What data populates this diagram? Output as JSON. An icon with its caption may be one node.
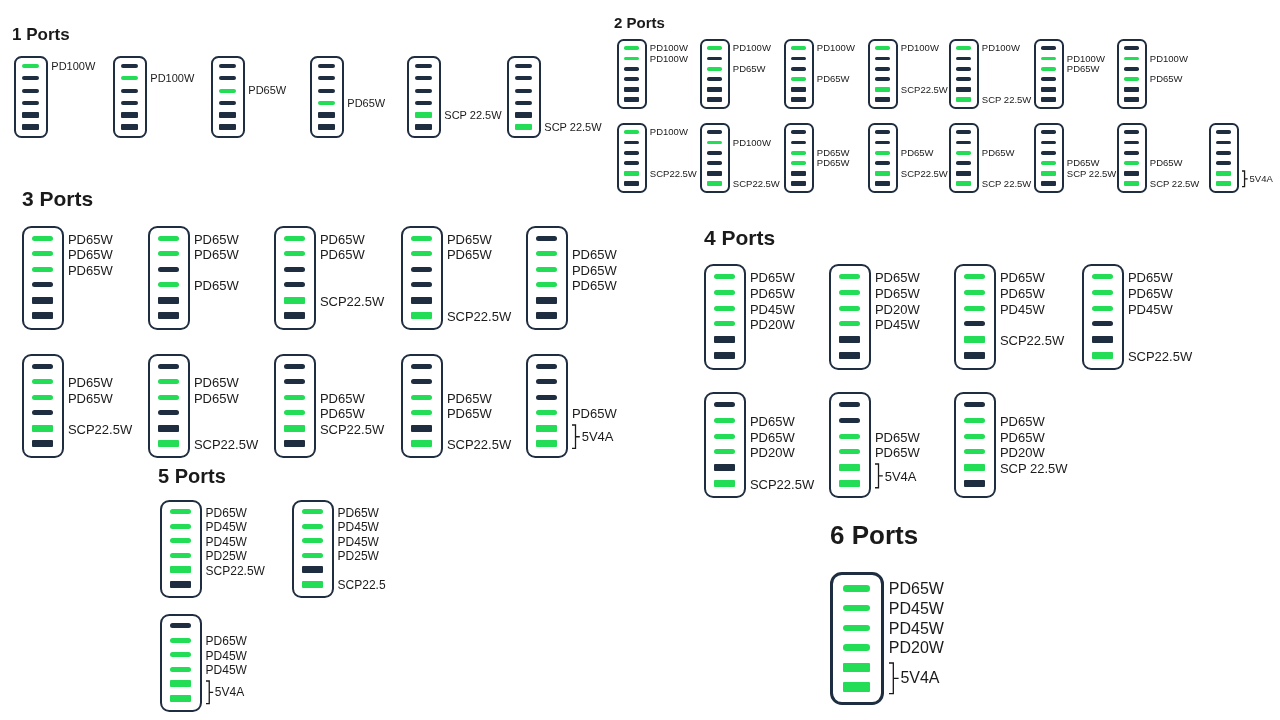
{
  "diagram": {
    "nodes": [
      {
        "text": [],
        "shape": "box",
        "beside": [
          "PD100W"
        ]
      },
      {
        "text": [],
        "shape": "box",
        "beside": [
          "PD100W"
        ]
      },
      {
        "text": [],
        "shape": "box",
        "beside": [
          "PD65W"
        ]
      },
      {
        "text": [],
        "shape": "box",
        "beside": [
          "PD65W"
        ]
      },
      {
        "text": [],
        "shape": "box",
        "beside": [
          "SCP 22.5W"
        ]
      },
      {
        "text": [],
        "shape": "box",
        "beside": [
          "SCP 22.5W"
        ]
      },
      {
        "text": [],
        "shape": "box",
        "beside": [
          "PD100W",
          "PD100W"
        ]
      },
      {
        "text": [],
        "shape": "box",
        "beside": [
          "PD100W",
          "PD65W"
        ]
      },
      {
        "text": [],
        "shape": "box",
        "beside": [
          "PD100W",
          "PD65W"
        ]
      },
      {
        "text": [],
        "shape": "box",
        "beside": [
          "PD100W",
          "SCP22.5W"
        ]
      },
      {
        "text": [],
        "shape": "box",
        "beside": [
          "PD100W",
          "SCP 22.5W"
        ]
      },
      {
        "text": [],
        "shape": "box",
        "beside": [
          "PD100W",
          "PD65W"
        ]
      },
      {
        "text": [],
        "shape": "box",
        "beside": [
          "PD100W",
          "PD65W"
        ]
      },
      {
        "text": [],
        "shape": "box",
        "beside": [
          "PD100W",
          "SCP22.5W"
        ]
      },
      {
        "text": [],
        "shape": "box",
        "beside": [
          "PD100W",
          "SCP22.5W"
        ]
      },
      {
        "text": [],
        "shape": "box",
        "beside": [
          "PD65W",
          "PD65W"
        ]
      },
      {
        "text": [],
        "shape": "box",
        "beside": [
          "PD65W",
          "SCP22.5W"
        ]
      },
      {
        "text": [],
        "shape": "box",
        "beside": [
          "PD65W",
          "SCP 22.5W"
        ]
      },
      {
        "text": [],
        "shape": "box",
        "beside": [
          "PD65W",
          "SCP 22.5W"
        ]
      },
      {
        "text": [],
        "shape": "box",
        "beside": [
          "PD65W",
          "SCP 22.5W"
        ]
      },
      {
        "text": [],
        "shape": "box",
        "beside": [
          "5V4A"
        ]
      },
      {
        "text": [],
        "shape": "box",
        "beside": [
          "PD65W",
          "PD65W",
          "PD65W"
        ]
      },
      {
        "text": [],
        "shape": "box",
        "beside": [
          "PD65W",
          "PD65W",
          "PD65W"
        ]
      },
      {
        "text": [],
        "shape": "box",
        "beside": [
          "PD65W",
          "PD65W",
          "SCP22.5W"
        ]
      },
      {
        "text": [],
        "shape": "box",
        "beside": [
          "PD65W",
          "PD65W",
          "SCP22.5W"
        ]
      },
      {
        "text": [],
        "shape": "box",
        "beside": [
          "PD65W",
          "PD65W",
          "PD65W"
        ]
      },
      {
        "text": [],
        "shape": "box",
        "beside": [
          "PD65W",
          "PD65W",
          "SCP22.5W"
        ]
      },
      {
        "text": [],
        "shape": "box",
        "beside": [
          "PD65W",
          "PD65W",
          "SCP22.5W"
        ]
      },
      {
        "text": [],
        "shape": "box",
        "beside": [
          "PD65W",
          "PD65W",
          "SCP22.5W"
        ]
      },
      {
        "text": [],
        "shape": "box",
        "beside": [
          "PD65W",
          "PD65W",
          "SCP22.5W"
        ]
      },
      {
        "text": [],
        "shape": "box",
        "beside": [
          "PD65W",
          "5V4A"
        ]
      },
      {
        "text": [],
        "shape": "box",
        "beside": [
          "PD65W",
          "PD65W",
          "PD45W",
          "PD20W"
        ]
      },
      {
        "text": [],
        "shape": "box",
        "beside": [
          "PD65W",
          "PD65W",
          "PD20W",
          "PD45W"
        ]
      },
      {
        "text": [],
        "shape": "box",
        "beside": [
          "PD65W",
          "PD65W",
          "PD45W",
          "SCP22.5W"
        ]
      },
      {
        "text": [],
        "shape": "box",
        "beside": [
          "PD65W",
          "PD65W",
          "PD45W",
          "SCP22.5W"
        ]
      },
      {
        "text": [],
        "shape": "box",
        "beside": [
          "PD65W",
          "PD65W",
          "PD20W",
          "SCP22.5W"
        ]
      },
      {
        "text": [],
        "shape": "box",
        "beside": [
          "PD65W",
          "PD65W",
          "5V4A"
        ]
      },
      {
        "text": [],
        "shape": "box",
        "beside": [
          "PD65W",
          "PD65W",
          "PD20W",
          "SCP 22.5W"
        ]
      },
      {
        "text": [],
        "shape": "box",
        "beside": [
          "PD65W",
          "PD45W",
          "PD45W",
          "PD25W",
          "SCP22.5W"
        ]
      },
      {
        "text": [],
        "shape": "box",
        "beside": [
          "PD65W",
          "PD45W",
          "PD45W",
          "PD25W",
          "SCP22.5"
        ]
      },
      {
        "text": [],
        "shape": "box",
        "beside": [
          "PD65W",
          "PD45W",
          "PD45W",
          "5V4A"
        ]
      },
      {
        "text": [],
        "shape": "box",
        "beside": [
          "PD65W",
          "PD45W",
          "PD45W",
          "PD20W",
          "5V4A"
        ]
      }
    ],
    "labels": [
      "1 Ports",
      "2 Ports",
      "3 Ports",
      "4 Ports",
      "5 Ports",
      "6 Ports"
    ]
  }
}
